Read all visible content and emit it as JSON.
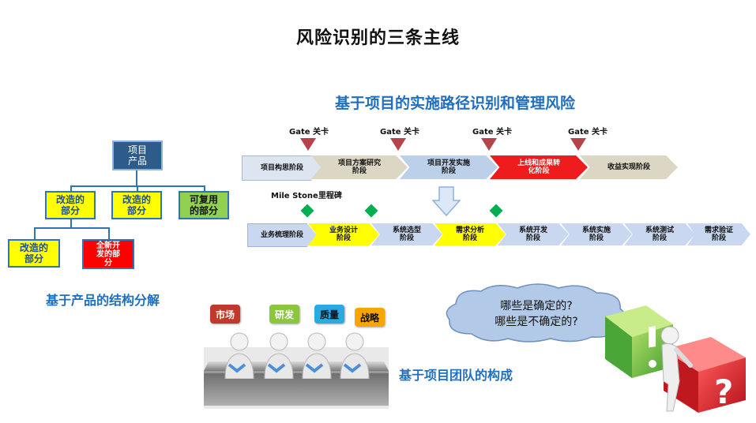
{
  "title": "风险识别的三条主线",
  "path_section": {
    "heading": "基于项目的实施路径识别和管理风险",
    "gate_label": "Gate 关卡",
    "milestone_label": "Mile Stone里程碑",
    "stages": [
      {
        "label": "项目构思阶段",
        "color": "#dde5f0"
      },
      {
        "label": "项目方案研究\n阶段",
        "color": "#dcd6c4"
      },
      {
        "label": "项目开发实施\n阶段",
        "color": "#bcd0ea"
      },
      {
        "label": "上线和成果转\n化阶段",
        "color": "#ee1c1c"
      },
      {
        "label": "收益实现阶段",
        "color": "#dcd6c4"
      }
    ],
    "phases": [
      {
        "label": "业务梳理阶段",
        "color": "#c9d8f0"
      },
      {
        "label": "业务设计\n阶段",
        "color": "#ffff00"
      },
      {
        "label": "系统选型\n阶段",
        "color": "#c9d8f0"
      },
      {
        "label": "需求分析\n阶段",
        "color": "#ffff00"
      },
      {
        "label": "系统开发\n阶段",
        "color": "#c9d8f0"
      },
      {
        "label": "系统实施\n阶段",
        "color": "#c9d8f0"
      },
      {
        "label": "系统测试\n阶段",
        "color": "#c9d8f0"
      },
      {
        "label": "需求验证\n阶段",
        "color": "#c9d8f0"
      }
    ]
  },
  "product_section": {
    "root": "项目\n产品",
    "level1": [
      {
        "label": "改造的\n部分",
        "bg": "#ffff00",
        "fg": "#1f4e9c"
      },
      {
        "label": "改造的\n部分",
        "bg": "#ffff00",
        "fg": "#1f4e9c"
      },
      {
        "label": "可复用\n的部分",
        "bg": "#92d050",
        "fg": "#111111"
      }
    ],
    "level2": [
      {
        "label": "改造的\n部分",
        "bg": "#ffff00",
        "fg": "#1f4e9c"
      },
      {
        "label": "全新开\n发的部\n分",
        "bg": "#ff0000",
        "fg": "#ffffff"
      }
    ],
    "caption": "基于产品的结构分解"
  },
  "team_section": {
    "tags": [
      {
        "label": "市场",
        "color": "#c0392b",
        "fg": "#ffffff"
      },
      {
        "label": "研发",
        "color": "#8cc63f",
        "fg": "#ffffff"
      },
      {
        "label": "质量",
        "color": "#29abe2",
        "fg": "#111111"
      },
      {
        "label": "战略",
        "color": "#f7a500",
        "fg": "#111111"
      }
    ],
    "caption": "基于项目团队的构成"
  },
  "uncertainty": {
    "line1": "哪些是确定的?",
    "line2": "哪些是不确定的?"
  },
  "colors": {
    "accent_blue": "#1f6fc0",
    "tree_root": "#2e5c8a"
  }
}
